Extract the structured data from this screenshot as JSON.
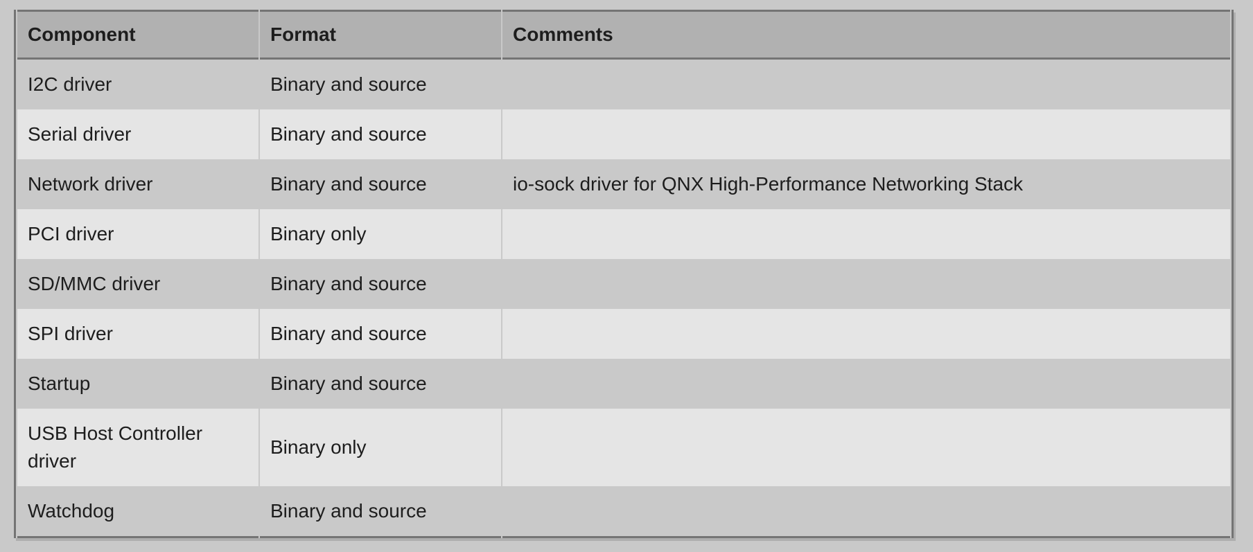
{
  "page": {
    "background": "#c9c9c9"
  },
  "table": {
    "colors": {
      "header_bg": "#b1b1b1",
      "row_dark": "#c9c9c9",
      "row_light": "#e5e5e5",
      "border": "#747474",
      "shadow": "#aeaeae",
      "text": "#1d1d1d"
    },
    "headers": [
      "Component",
      "Format",
      "Comments"
    ],
    "rows": [
      {
        "component": "I2C driver",
        "format": "Binary and source",
        "comments": ""
      },
      {
        "component": "Serial driver",
        "format": "Binary and source",
        "comments": ""
      },
      {
        "component": "Network driver",
        "format": "Binary and source",
        "comments": "io-sock driver for QNX High-Performance Networking Stack"
      },
      {
        "component": "PCI driver",
        "format": "Binary only",
        "comments": ""
      },
      {
        "component": "SD/MMC driver",
        "format": "Binary and source",
        "comments": ""
      },
      {
        "component": "SPI driver",
        "format": "Binary and source",
        "comments": ""
      },
      {
        "component": "Startup",
        "format": "Binary and source",
        "comments": ""
      },
      {
        "component": "USB Host Controller driver",
        "format": "Binary only",
        "comments": ""
      },
      {
        "component": "Watchdog",
        "format": "Binary and source",
        "comments": ""
      }
    ]
  }
}
